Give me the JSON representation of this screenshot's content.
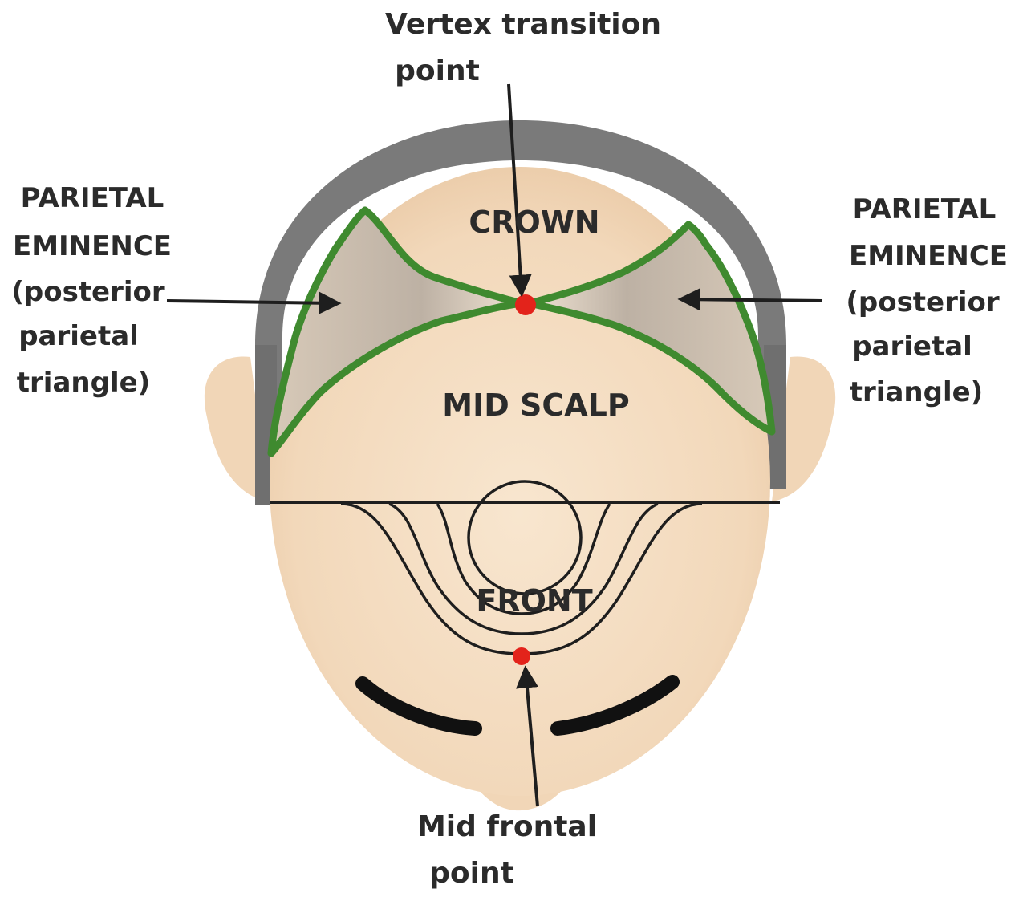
{
  "labels": {
    "vertex_line1": "Vertex transition",
    "vertex_line2": "point",
    "left_line1": "PARIETAL",
    "left_line2": "EMINENCE",
    "left_line3": "(posterior",
    "left_line4": "parietal",
    "left_line5": "triangle)",
    "right_line1": "PARIETAL",
    "right_line2": "EMINENCE",
    "right_line3": "(posterior",
    "right_line4": "parietal",
    "right_line5": "triangle)",
    "crown": "CROWN",
    "mid_scalp": "MID SCALP",
    "front": "FRONT",
    "mid_frontal_line1": "Mid frontal",
    "mid_frontal_line2": "point"
  },
  "colors": {
    "skin": "#f3dcc0",
    "hair": "#7a7a7a",
    "triangle_outline": "#3f8a2f",
    "marker": "#e3231b",
    "ink": "#1e1e1e"
  }
}
